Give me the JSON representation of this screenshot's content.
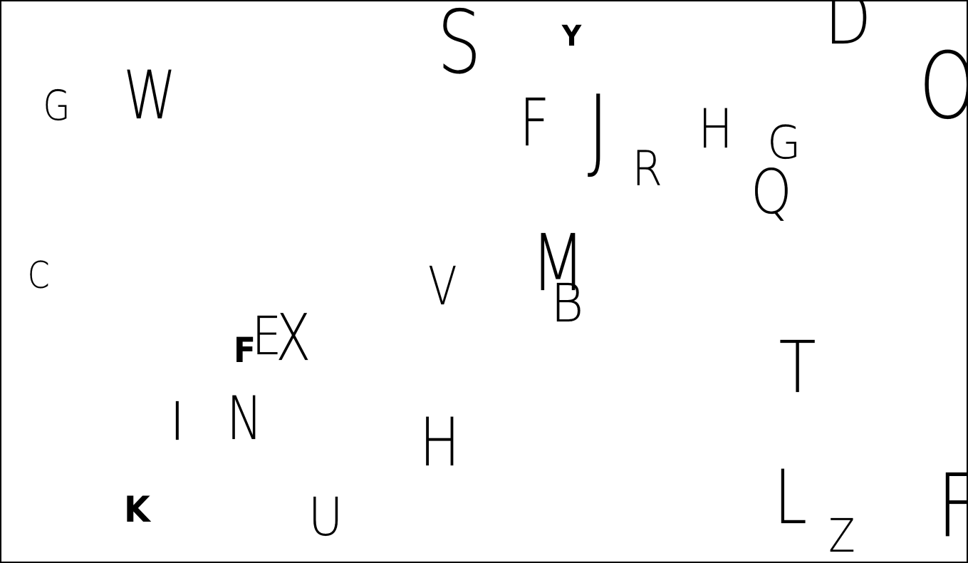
{
  "letters": [
    {
      "id": "g1",
      "char": "G"
    },
    {
      "id": "w1",
      "char": "W"
    },
    {
      "id": "s1",
      "char": "S"
    },
    {
      "id": "y1",
      "char": "Y"
    },
    {
      "id": "d1",
      "char": "D"
    },
    {
      "id": "o1",
      "char": "O"
    },
    {
      "id": "f1",
      "char": "F"
    },
    {
      "id": "j1",
      "char": "J"
    },
    {
      "id": "r1",
      "char": "R"
    },
    {
      "id": "h1",
      "char": "H"
    },
    {
      "id": "g2",
      "char": "G"
    },
    {
      "id": "q1",
      "char": "Q"
    },
    {
      "id": "c1",
      "char": "C"
    },
    {
      "id": "v1",
      "char": "V"
    },
    {
      "id": "m1",
      "char": "M"
    },
    {
      "id": "b1",
      "char": "B"
    },
    {
      "id": "f2",
      "char": "F"
    },
    {
      "id": "e1",
      "char": "E"
    },
    {
      "id": "x1",
      "char": "X"
    },
    {
      "id": "t1",
      "char": "T"
    },
    {
      "id": "i1",
      "char": "I"
    },
    {
      "id": "n1",
      "char": "N"
    },
    {
      "id": "h2",
      "char": "H"
    },
    {
      "id": "k1",
      "char": "K"
    },
    {
      "id": "u1",
      "char": "U"
    },
    {
      "id": "l1",
      "char": "L"
    },
    {
      "id": "z1",
      "char": "Z"
    },
    {
      "id": "f3",
      "char": "F"
    }
  ]
}
